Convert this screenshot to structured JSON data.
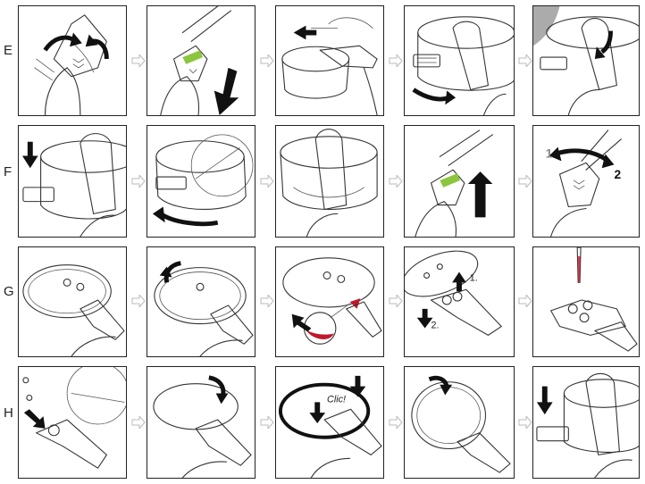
{
  "rows": [
    {
      "label": "E"
    },
    {
      "label": "F"
    },
    {
      "label": "G"
    },
    {
      "label": "H"
    }
  ],
  "annotations": {
    "f5_one": "1",
    "f5_two": "2",
    "g4_one": "1.",
    "g4_two": "2.",
    "h3_clic": "Clic!"
  },
  "colors": {
    "highlight_green": "#8cc63e",
    "highlight_red": "#c0182a",
    "arrow": "#111111"
  }
}
